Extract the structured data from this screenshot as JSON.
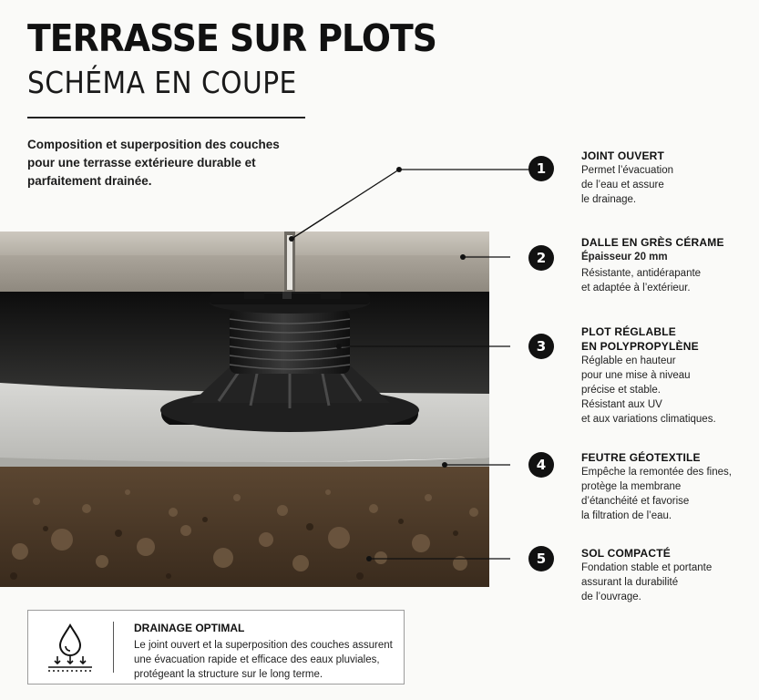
{
  "header": {
    "title": "TERRASSE SUR PLOTS",
    "subtitle": "SCHÉMA EN COUPE",
    "intro": "Composition et superposition des couches pour une terrasse extérieure durable et parfaitement drainée."
  },
  "layers": [
    {
      "number": "1",
      "title": "JOINT OUVERT",
      "subtitle": "",
      "lines": [
        "Permet l’évacuation",
        "de l’eau et assure",
        "le drainage."
      ]
    },
    {
      "number": "2",
      "title": "DALLE EN GRÈS CÉRAME",
      "subtitle": "Épaisseur 20 mm",
      "lines": [
        "Résistante, antidérapante",
        "et adaptée à l’extérieur."
      ]
    },
    {
      "number": "3",
      "title": "PLOT RÉGLABLE\nEN POLYPROPYLÈNE",
      "subtitle": "",
      "lines": [
        "Réglable en hauteur",
        "pour une mise à niveau",
        "précise et stable.",
        "Résistant aux UV",
        "et aux variations climatiques."
      ]
    },
    {
      "number": "4",
      "title": "FEUTRE GÉOTEXTILE",
      "subtitle": "",
      "lines": [
        "Empêche la remontée des fines,",
        "protège la membrane",
        "d’étanchéité et favorise",
        "la filtration de l’eau."
      ]
    },
    {
      "number": "5",
      "title": "SOL COMPACTÉ",
      "subtitle": "",
      "lines": [
        "Fondation stable et portante",
        "assurant la durabilité",
        "de l’ouvrage."
      ]
    }
  ],
  "drainage": {
    "title": "DRAINAGE OPTIMAL",
    "text": "Le joint ouvert et la superposition des couches assurent une évacuation rapide et efficace des eaux pluviales, protégeant la structure sur le long terme."
  },
  "colors": {
    "tile": "#b9b4ab",
    "pedestal": "#1b1b1b",
    "geotextile": "#c9c9c6",
    "soil": "#4d3b2a",
    "badge": "#111111"
  }
}
